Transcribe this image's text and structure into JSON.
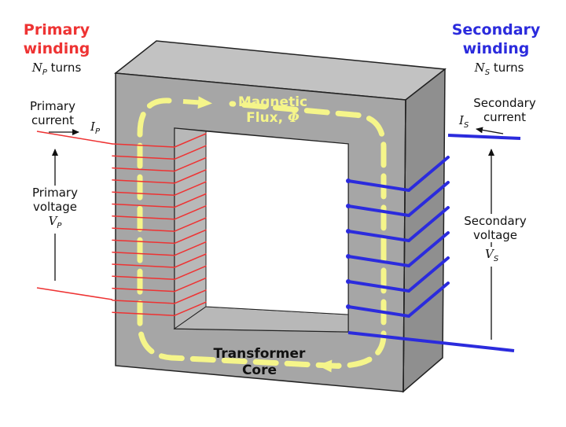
{
  "colors": {
    "primary": "#ee3333",
    "secondary": "#2b2bdd",
    "flux": "#f5f58a",
    "core_front": "#a6a6a6",
    "core_top": "#c2c2c2",
    "core_side": "#8f8f8f",
    "hole_inner": "#b8b8b8"
  },
  "primary": {
    "title_line1": "Primary",
    "title_line2": "winding",
    "turns_symbol": "N",
    "turns_sub": "P",
    "turns_word": " turns",
    "current_line1": "Primary",
    "current_line2": "current",
    "current_symbol": "I",
    "current_sub": "P",
    "voltage_line1": "Primary",
    "voltage_line2": "voltage",
    "voltage_symbol": "V",
    "voltage_sub": "P"
  },
  "secondary": {
    "title_line1": "Secondary",
    "title_line2": "winding",
    "turns_symbol": "N",
    "turns_sub": "S",
    "turns_word": " turns",
    "current_line1": "Secondary",
    "current_line2": "current",
    "current_symbol": "I",
    "current_sub": "S",
    "voltage_line1": "Secondary",
    "voltage_line2": "voltage",
    "voltage_symbol": "V",
    "voltage_sub": "S"
  },
  "flux": {
    "line1": "Magnetic",
    "line2": "Flux,",
    "symbol": "Φ"
  },
  "core": {
    "line1": "Transformer",
    "line2": "Core"
  },
  "windings": {
    "primary_turns_drawn": 15,
    "secondary_turns_drawn": 6
  }
}
